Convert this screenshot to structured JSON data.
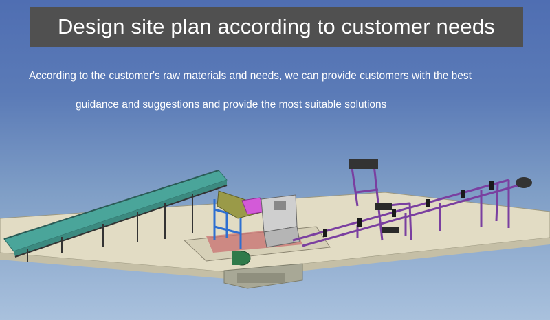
{
  "header": {
    "title": "Design site plan according to customer needs"
  },
  "description": {
    "line1": "According to the customer's raw materials and needs, we can provide customers with the best",
    "line2": "guidance and suggestions and provide the most suitable solutions"
  },
  "colors": {
    "background_top": "#4f6eb2",
    "background_bottom": "#a9c1dd",
    "title_box": "#505050",
    "conveyor_belt": "#4aa59a",
    "frame_purple": "#7a3fa0",
    "frame_blue": "#2e6fd1",
    "hopper_olive": "#9a9a48",
    "accent_magenta": "#d35ad8",
    "floor": "#e2dcc4"
  },
  "illustration": {
    "subject": "site-plan-3d-model"
  }
}
